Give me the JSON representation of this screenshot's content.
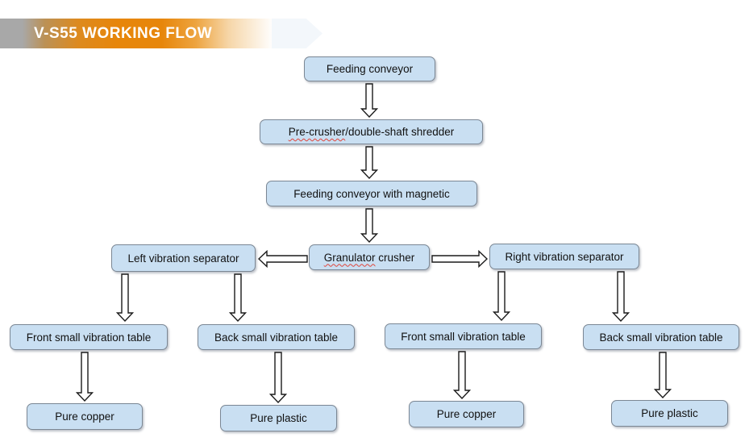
{
  "header": {
    "title": "V-S55 WORKING FLOW"
  },
  "colors": {
    "banner_gray": "#a8a8a8",
    "banner_orange": "#e7860a",
    "node_fill": "#c9dff2",
    "node_border": "#7b8794",
    "spellcheck_squiggle": "#e0453b",
    "arrow_outline": "#1a1a1a",
    "arrow_fill": "#ffffff"
  },
  "nodes": [
    {
      "id": "feeding-conveyor",
      "label": "Feeding conveyor"
    },
    {
      "id": "pre-crusher-shredder",
      "label_flagged": "Pre-crusher",
      "label_rest": "/double-shaft shredder"
    },
    {
      "id": "feeding-conveyor-magnetic",
      "label": "Feeding conveyor with magnetic"
    },
    {
      "id": "left-vibration-separator",
      "label": "Left vibration separator"
    },
    {
      "id": "granulator-crusher",
      "label_flagged": "Granulator",
      "label_rest": " crusher"
    },
    {
      "id": "right-vibration-separator",
      "label": "Right vibration separator"
    },
    {
      "id": "front-small-vibration-table-left",
      "label": "Front small vibration table"
    },
    {
      "id": "back-small-vibration-table-left",
      "label": "Back small vibration table"
    },
    {
      "id": "front-small-vibration-table-right",
      "label": "Front small vibration table"
    },
    {
      "id": "back-small-vibration-table-right",
      "label": "Back small vibration table"
    },
    {
      "id": "pure-copper-left",
      "label": "Pure copper"
    },
    {
      "id": "pure-plastic-left",
      "label": "Pure plastic"
    },
    {
      "id": "pure-copper-right",
      "label": "Pure copper"
    },
    {
      "id": "pure-plastic-right",
      "label": "Pure plastic"
    }
  ]
}
